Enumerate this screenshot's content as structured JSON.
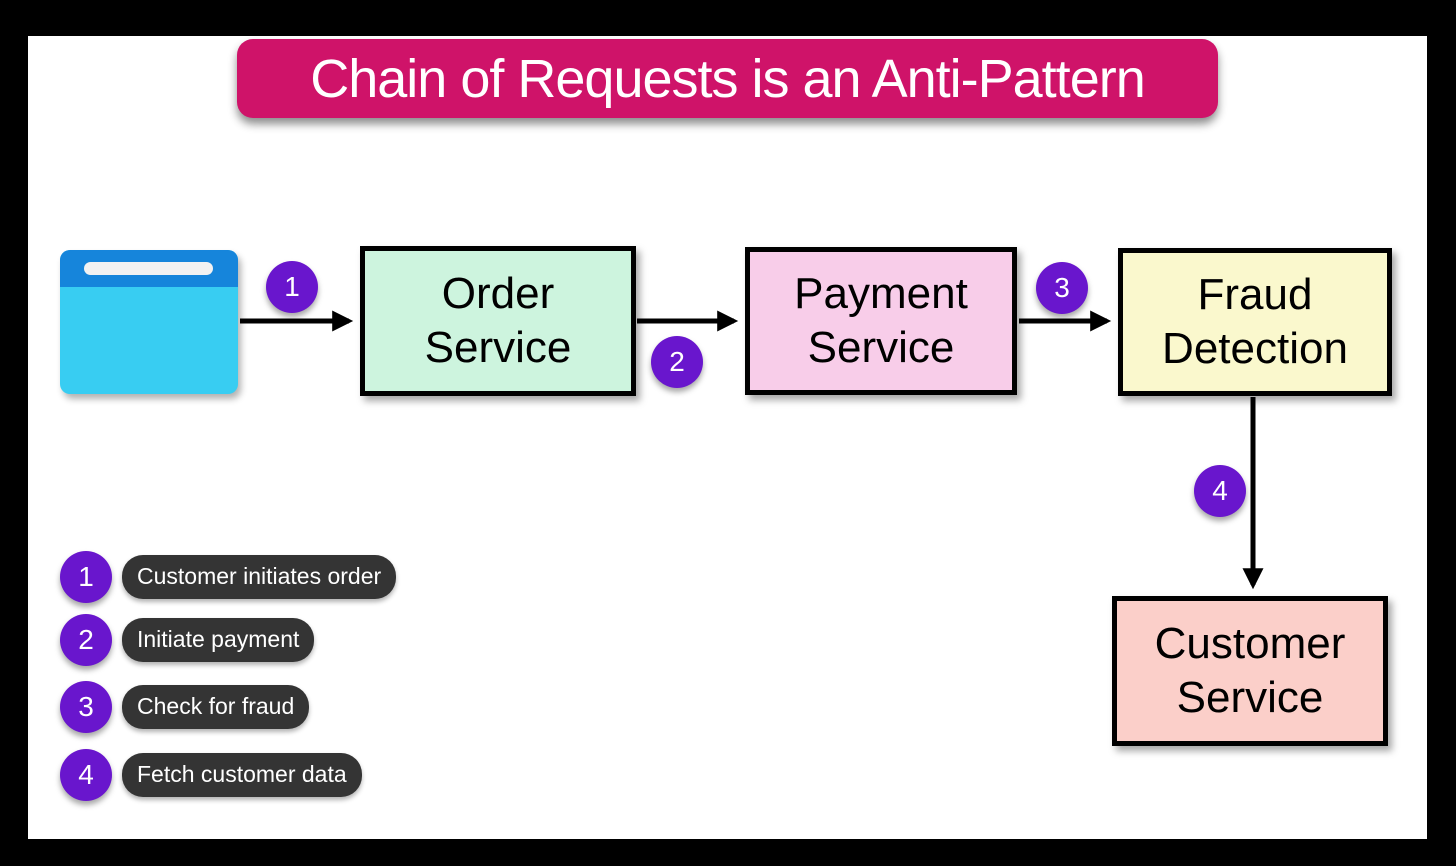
{
  "title": {
    "text": "Chain of Requests is an Anti-Pattern"
  },
  "flow": {
    "client_icon": "browser-window-icon",
    "services": [
      {
        "name": "Order Service",
        "line1": "Order",
        "line2": "Service",
        "color": "#cdf4de"
      },
      {
        "name": "Payment Service",
        "line1": "Payment",
        "line2": "Service",
        "color": "#f8cde9"
      },
      {
        "name": "Fraud Detection",
        "line1": "Fraud",
        "line2": "Detection",
        "color": "#faf8cd"
      },
      {
        "name": "Customer Service",
        "line1": "Customer",
        "line2": "Service",
        "color": "#fbcfc9"
      }
    ],
    "badges": [
      "1",
      "2",
      "3",
      "4"
    ]
  },
  "legend": {
    "items": [
      {
        "num": "1",
        "label": "Customer initiates order"
      },
      {
        "num": "2",
        "label": "Initiate payment"
      },
      {
        "num": "3",
        "label": "Check for fraud"
      },
      {
        "num": "4",
        "label": "Fetch customer data"
      }
    ]
  },
  "colors": {
    "frame": "#000000",
    "background": "#ffffff",
    "title_banner": "#cf1369",
    "badge_purple": "#6916cd",
    "legend_pill": "#343434",
    "arrow": "#000000",
    "icon_top_blue": "#1685db",
    "icon_body_blue": "#38cdf2",
    "box_order": "#cdf4de",
    "box_payment": "#f8cde9",
    "box_fraud": "#faf8cd",
    "box_customer": "#fbcfc9"
  }
}
